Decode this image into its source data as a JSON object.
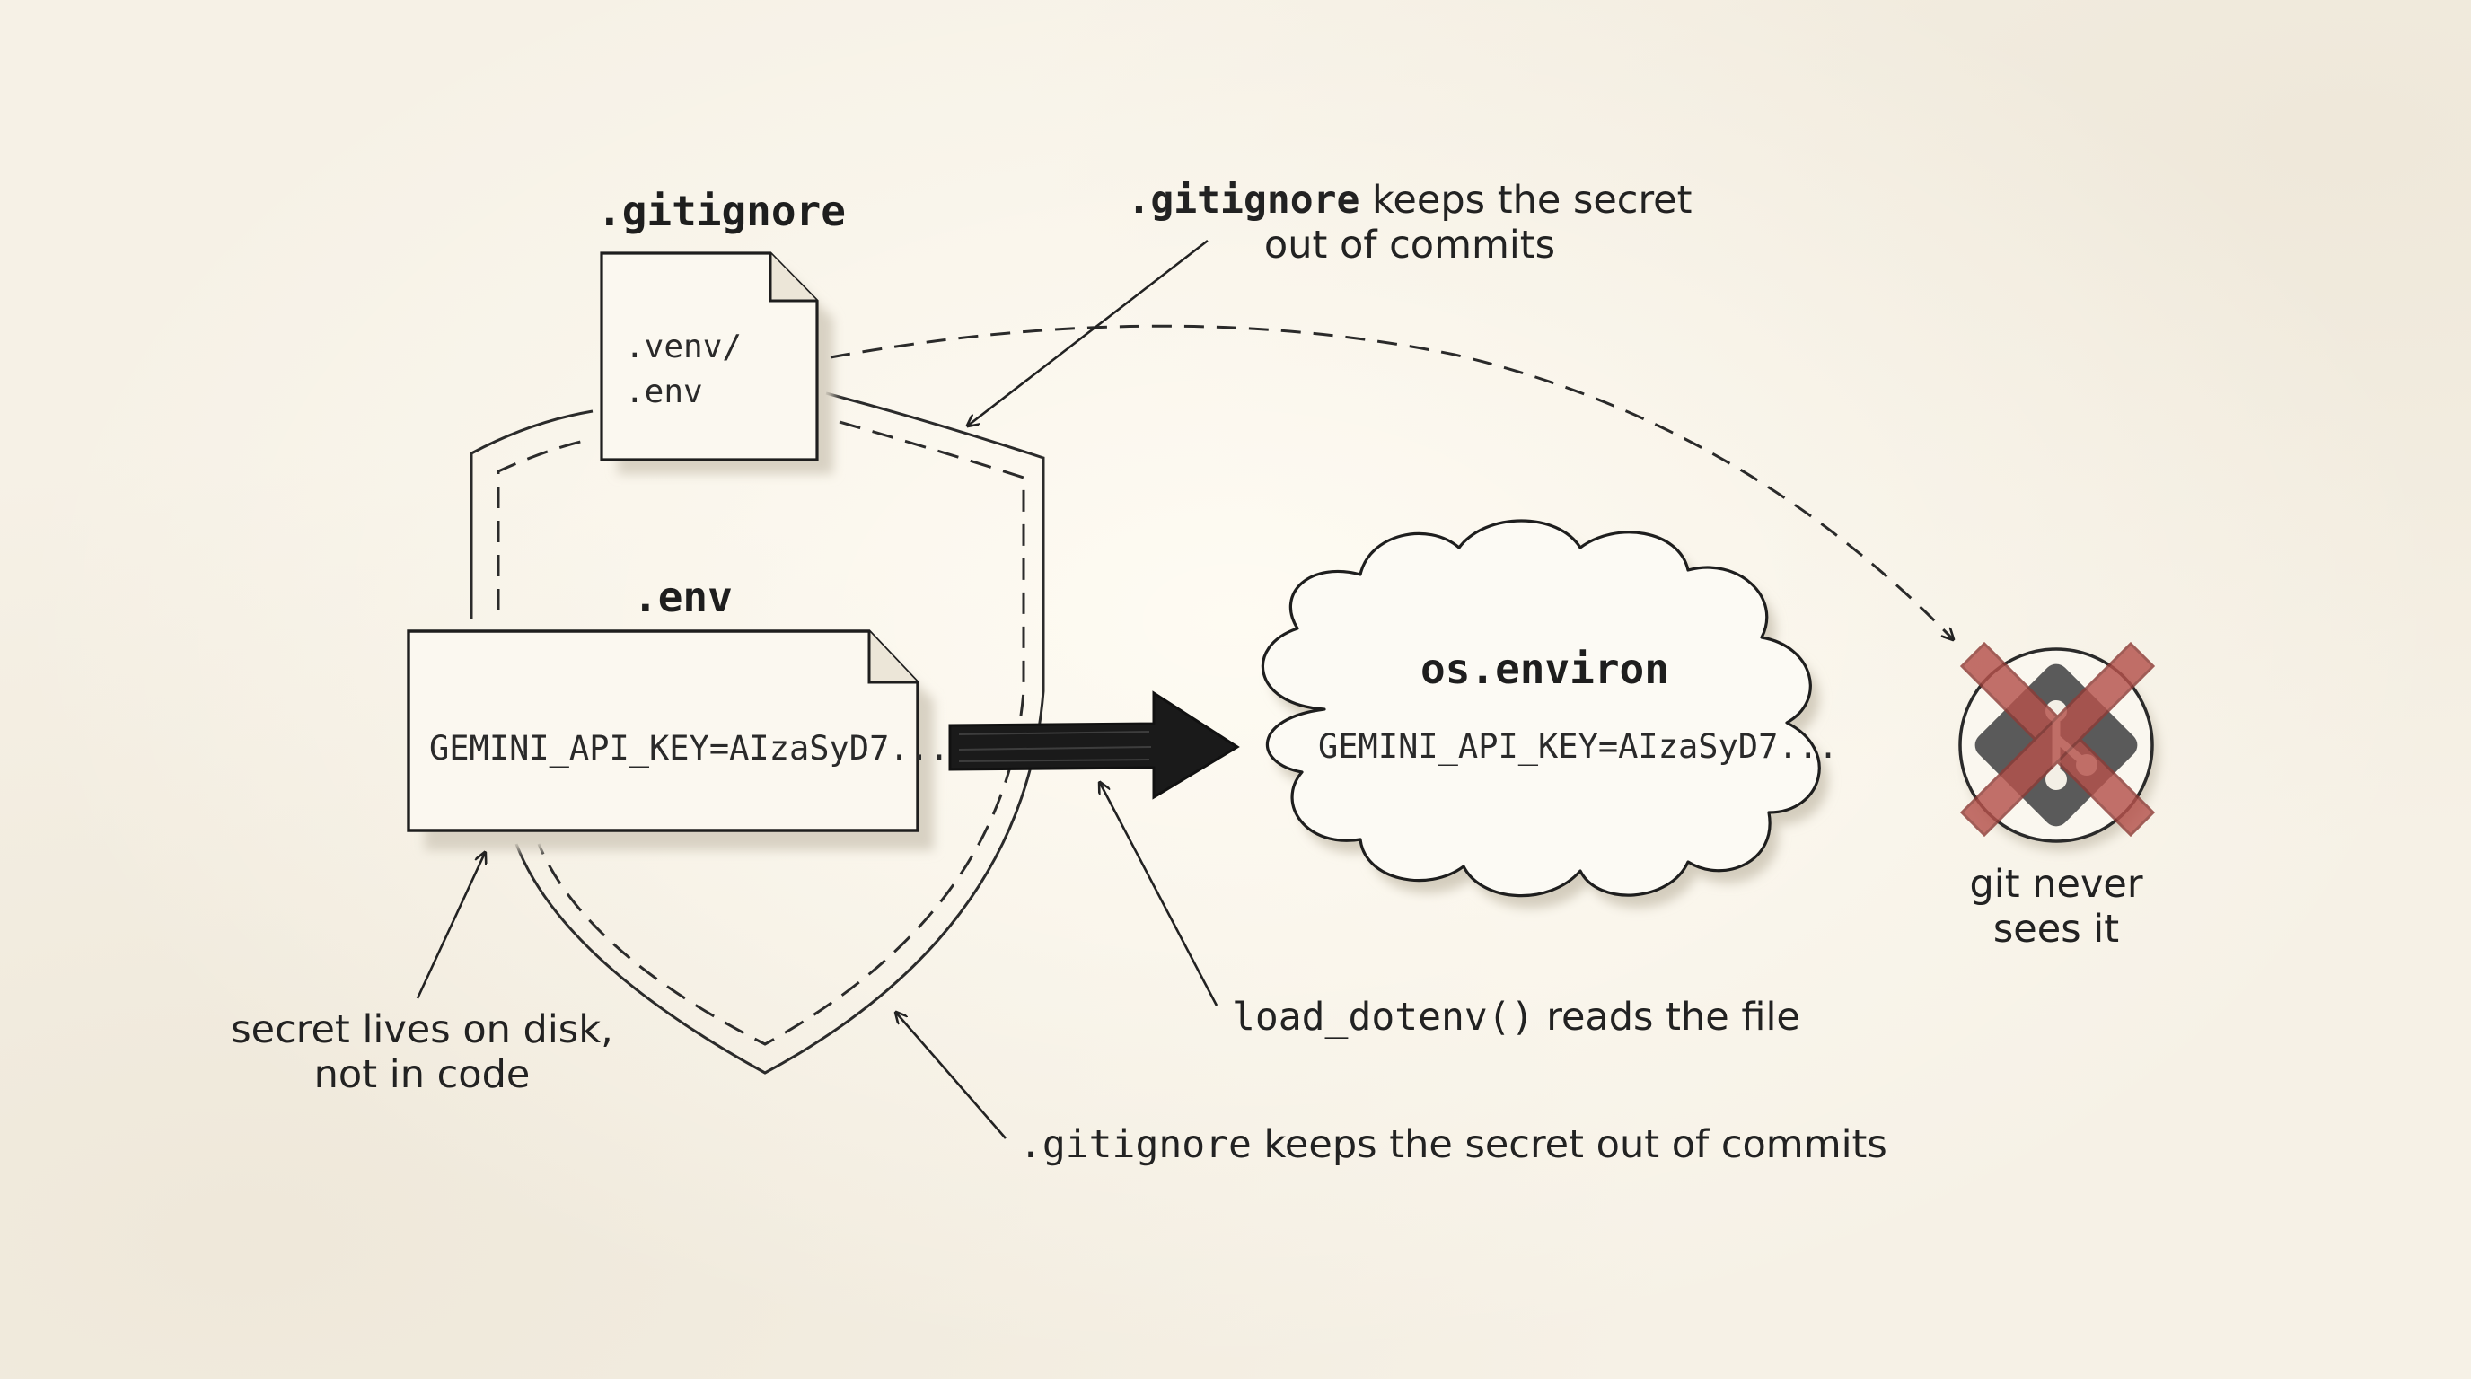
{
  "gitignore_file": {
    "title": ".gitignore",
    "lines": [
      ".venv/",
      ".env"
    ]
  },
  "env_file": {
    "title": ".env",
    "content": "GEMINI_API_KEY=AIzaSyD7..."
  },
  "os_environ": {
    "title": "os.environ",
    "content": "GEMINI_API_KEY=AIzaSyD7..."
  },
  "notes": {
    "top_right": {
      "code": ".gitignore",
      "line1_rest": " keeps the secret",
      "line2": "out of commits"
    },
    "secret": {
      "line1": "secret lives on disk,",
      "line2": "not in code"
    },
    "load": {
      "code": "load_dotenv()",
      "rest": " reads the file"
    },
    "bottom": {
      "code": ".gitignore",
      "rest": " keeps the secret out of commits"
    },
    "git": {
      "line1": "git never",
      "line2": "sees it"
    }
  },
  "icons": {
    "git_logo": "git-logo-icon",
    "cross": "red-cross-icon"
  },
  "colors": {
    "background": "#f6f1e6",
    "ink": "#1e1e1e",
    "cross_red": "#b5524c",
    "git_logo_gray": "#5a5a5a"
  }
}
